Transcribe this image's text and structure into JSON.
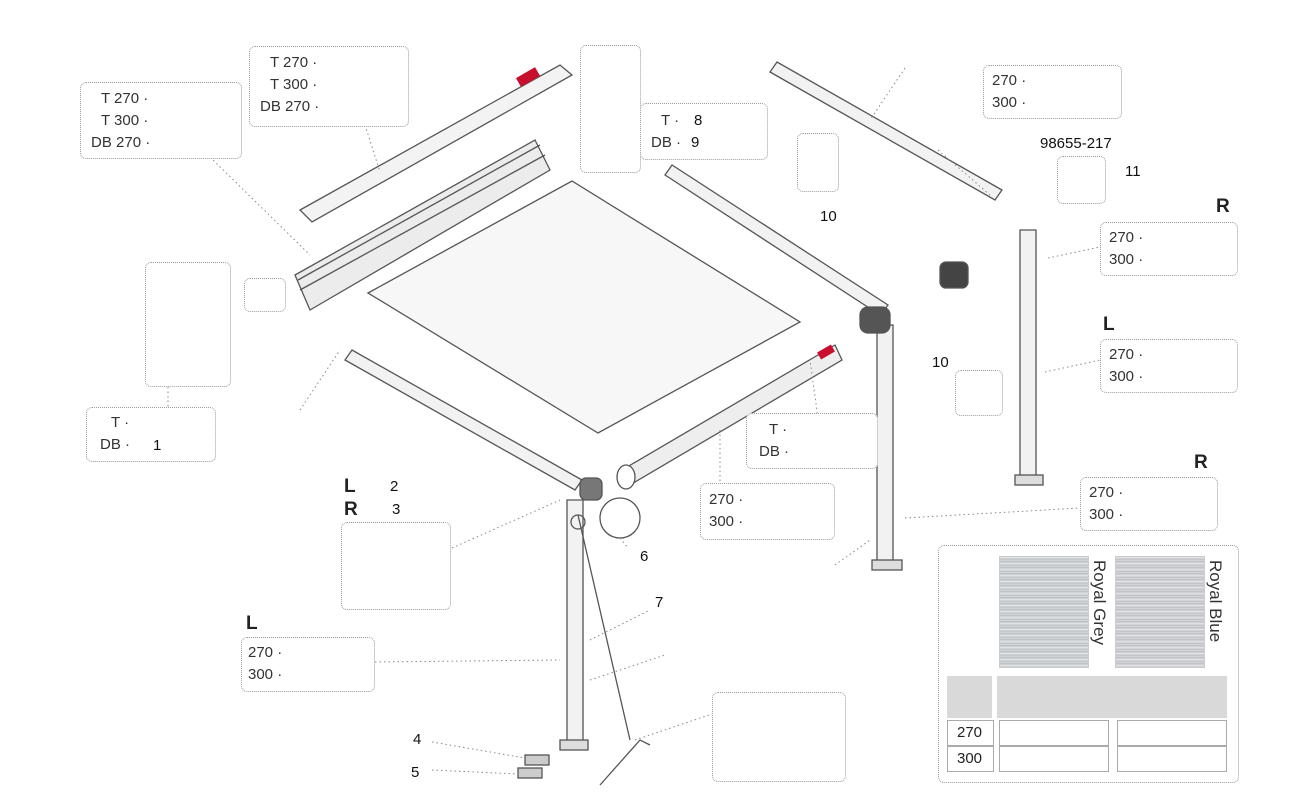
{
  "callouts": {
    "cassette_front_cover": {
      "lines": [
        "T 270",
        "T 300",
        "DB 270"
      ]
    },
    "cassette_rear": {
      "lines": [
        "T 270",
        "T 300",
        "DB 270"
      ]
    },
    "end_cap_left": {
      "lines": [
        "T",
        "DB"
      ],
      "part": "1"
    },
    "end_cap_right": {
      "lines": [
        "T",
        "DB"
      ],
      "parts": [
        "8",
        "9"
      ],
      "prefix_t": "T",
      "prefix_db": "DB"
    },
    "top_arm_rear": {
      "lines": [
        "270",
        "300"
      ]
    },
    "right_leg_R_top": {
      "side": "R",
      "lines": [
        "270",
        "300"
      ]
    },
    "right_leg_L_mid": {
      "side": "L",
      "lines": [
        "270",
        "300"
      ]
    },
    "right_leg_R_bottom": {
      "side": "R",
      "lines": [
        "270",
        "300"
      ]
    },
    "front_bar": {
      "lines": [
        "T",
        "DB"
      ]
    },
    "front_arm": {
      "lines": [
        "270",
        "300"
      ]
    },
    "left_leg_L": {
      "side": "L",
      "lines": [
        "270",
        "300"
      ]
    }
  },
  "part_numbers": {
    "p1": "1",
    "p2": "2",
    "p3": "3",
    "p4": "4",
    "p5": "5",
    "p6": "6",
    "p7": "7",
    "p8": "8",
    "p9": "9",
    "p10a": "10",
    "p10b": "10",
    "p11": "11",
    "part_code": "98655-217"
  },
  "side_markers": {
    "L2": "L",
    "R3": "R"
  },
  "fabric": {
    "swatches": [
      {
        "name": "Royal Grey",
        "color": "#b9bdc2"
      },
      {
        "name": "Royal Blue",
        "color": "#b8bfc8"
      }
    ],
    "rows": [
      "270",
      "300"
    ]
  },
  "colors": {
    "brand_red": "#c8102e",
    "line_gray": "#555555"
  }
}
